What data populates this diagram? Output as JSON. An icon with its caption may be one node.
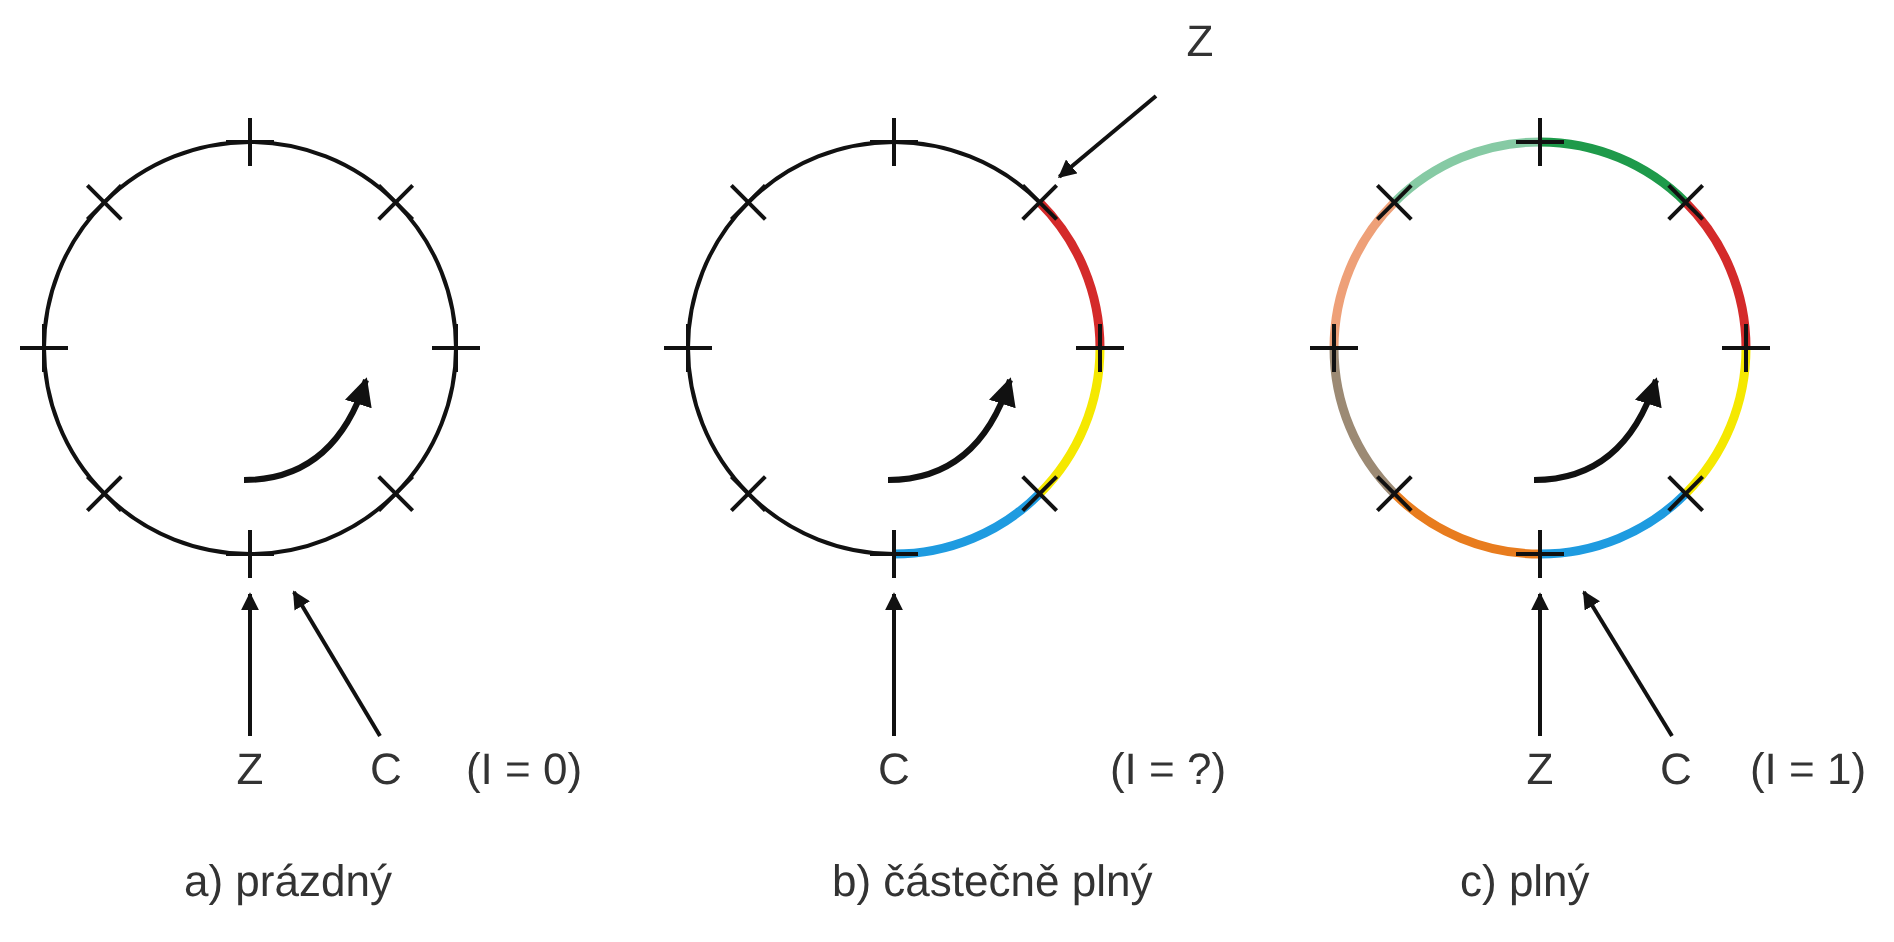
{
  "diagram": {
    "nodes": [
      {
        "text": [],
        "shape": "circle"
      },
      {
        "text": [
          "Z"
        ]
      },
      {
        "text": [
          "C"
        ]
      },
      {
        "text": [],
        "shape": "circle"
      },
      {
        "text": [
          "Z"
        ]
      },
      {
        "text": [
          "C"
        ]
      },
      {
        "text": [],
        "shape": "circle"
      },
      {
        "text": [
          "Z"
        ]
      },
      {
        "text": [
          "C"
        ]
      }
    ],
    "edges": [
      {
        "from": 1,
        "to": 0,
        "arrow": "to"
      },
      {
        "from": 2,
        "to": 0,
        "arrow": "to"
      },
      {
        "from": 4,
        "to": 3,
        "arrow": "to"
      },
      {
        "from": 5,
        "to": 3,
        "arrow": "to"
      },
      {
        "from": 7,
        "to": 6,
        "arrow": "to"
      },
      {
        "from": 8,
        "to": 6,
        "arrow": "to"
      }
    ],
    "labels": [
      "(I = 0)",
      "(I = ?)",
      "(I = 1)",
      "a) prázdný",
      "b) částečně plný",
      "c) plný"
    ]
  }
}
